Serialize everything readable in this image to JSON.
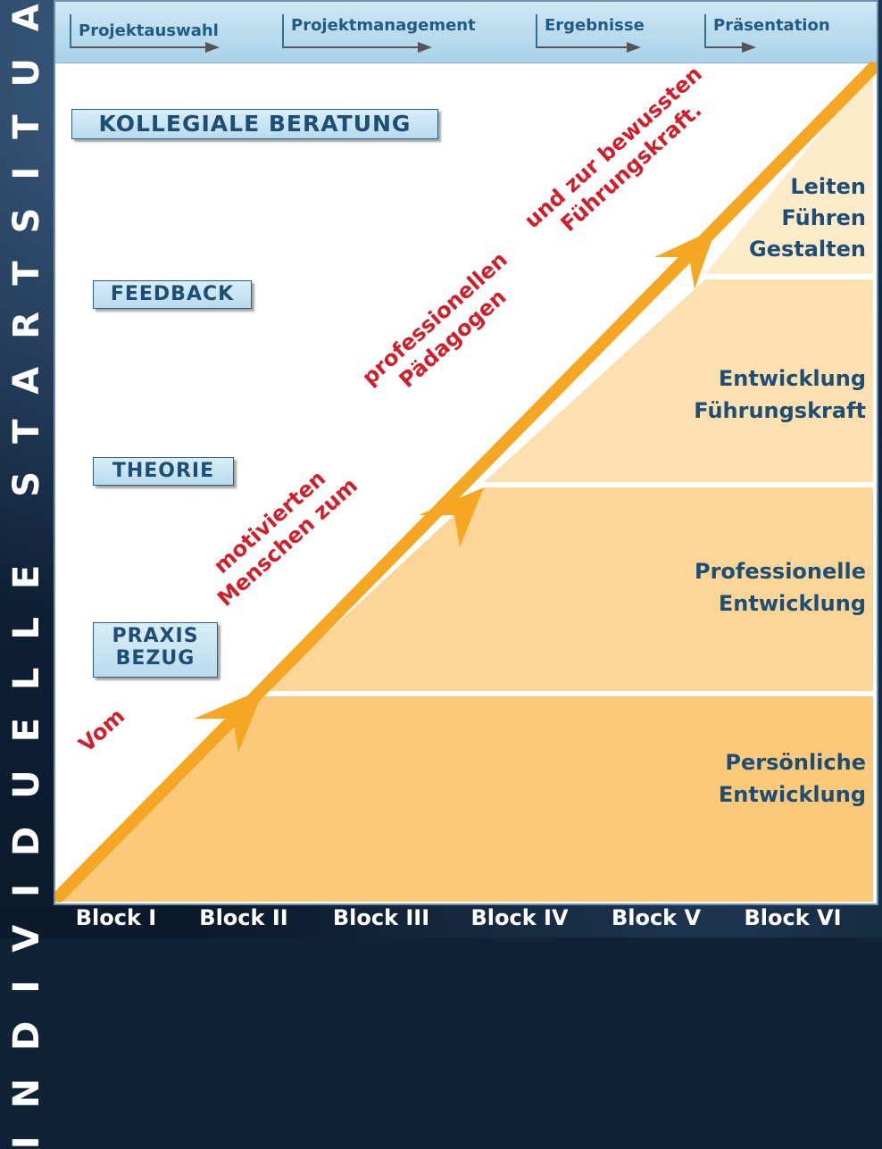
{
  "vertical_title": "INDIVIDUELLE STARTSITUATION",
  "phases": [
    "Projektauswahl",
    "Projektmanagement",
    "Ergebnisse",
    "Präsentation"
  ],
  "methods": {
    "kollegiale": "KOLLEGIALE BERATUNG",
    "feedback": "FEEDBACK",
    "theorie": "THEORIE",
    "praxis_line1": "PRAXIS",
    "praxis_line2": "BEZUG"
  },
  "development_levels": {
    "level1": [
      "Persönliche",
      "Entwicklung"
    ],
    "level2": [
      "Professionelle",
      "Entwicklung"
    ],
    "level3": [
      "Entwicklung",
      "Führungskraft"
    ],
    "level4": [
      "Leiten",
      "Führen",
      "Gestalten"
    ]
  },
  "phrases": {
    "p1": "Vom",
    "p2_line1": "motivierten",
    "p2_line2": "Menschen zum",
    "p3_line1": "professionellen",
    "p3_line2": "Pädagogen",
    "p4_line1": "und zur bewussten",
    "p4_line2": "Führungskraft."
  },
  "blocks": [
    "Block I",
    "Block II",
    "Block III",
    "Block IV",
    "Block V",
    "Block VI"
  ],
  "colors": {
    "tier1": "#fcc879",
    "tier2": "#fdd697",
    "tier3": "#fde0b0",
    "tier4": "#feebc9",
    "arrow": "#f5a623",
    "text_blue": "#1e4e73",
    "text_red": "#d01f2a"
  }
}
